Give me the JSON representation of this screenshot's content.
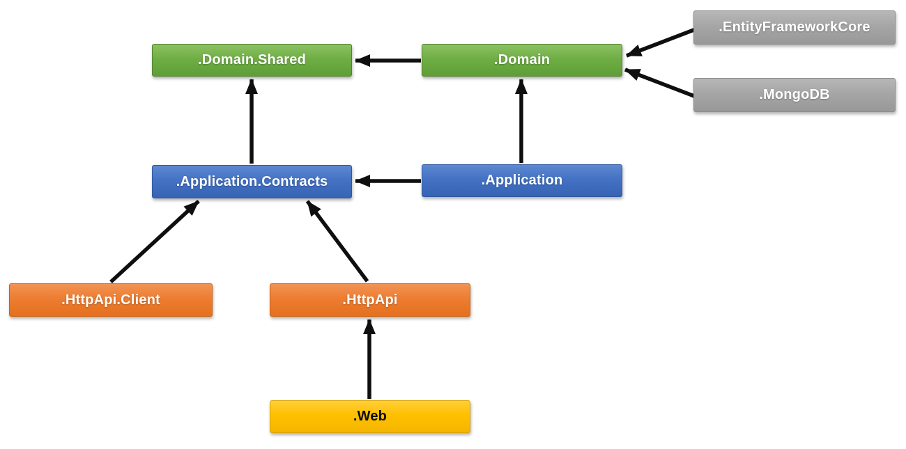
{
  "diagram": {
    "type": "dependency-diagram",
    "description": "Solution project dependency diagram",
    "background": "#FFFFFF"
  },
  "nodes": {
    "domain_shared": {
      "label": ".Domain.Shared",
      "color": "#70AD47",
      "text_color": "#FFFFFF"
    },
    "domain": {
      "label": ".Domain",
      "color": "#70AD47",
      "text_color": "#FFFFFF"
    },
    "entity_framework_core": {
      "label": ".EntityFrameworkCore",
      "color": "#A6A6A6",
      "text_color": "#FFFFFF"
    },
    "mongodb": {
      "label": ".MongoDB",
      "color": "#A6A6A6",
      "text_color": "#FFFFFF"
    },
    "application_contracts": {
      "label": ".Application.Contracts",
      "color": "#4472C4",
      "text_color": "#FFFFFF"
    },
    "application": {
      "label": ".Application",
      "color": "#4472C4",
      "text_color": "#FFFFFF"
    },
    "httpapi_client": {
      "label": ".HttpApi.Client",
      "color": "#ED7D31",
      "text_color": "#FFFFFF"
    },
    "httpapi": {
      "label": ".HttpApi",
      "color": "#ED7D31",
      "text_color": "#FFFFFF"
    },
    "web": {
      "label": ".Web",
      "color": "#FFC000",
      "text_color": "#0C0C0C"
    }
  },
  "edges": [
    {
      "from": ".Domain",
      "to": ".Domain.Shared"
    },
    {
      "from": ".EntityFrameworkCore",
      "to": ".Domain"
    },
    {
      "from": ".MongoDB",
      "to": ".Domain"
    },
    {
      "from": ".Application",
      "to": ".Domain"
    },
    {
      "from": ".Application",
      "to": ".Application.Contracts"
    },
    {
      "from": ".Application.Contracts",
      "to": ".Domain.Shared"
    },
    {
      "from": ".HttpApi.Client",
      "to": ".Application.Contracts"
    },
    {
      "from": ".HttpApi",
      "to": ".Application.Contracts"
    },
    {
      "from": ".Web",
      "to": ".HttpApi"
    }
  ],
  "colors": {
    "green": "#70AD47",
    "blue": "#4472C4",
    "orange": "#ED7D31",
    "yellow": "#FFC000",
    "gray": "#A6A6A6",
    "arrow": "#0F0F0F",
    "background": "#FFFFFF"
  }
}
